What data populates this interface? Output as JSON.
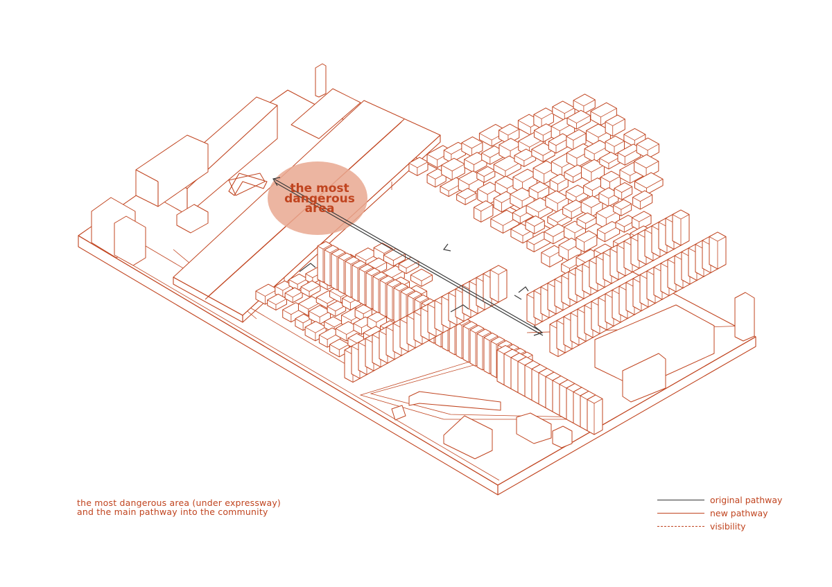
{
  "diagram": {
    "callout": {
      "line1": "the most",
      "line2": "dangerous",
      "line3": "area",
      "fill": "#e9a890"
    },
    "caption": {
      "line1": "the most dangerous area (under expressway)",
      "line2": "and the main pathway into the community"
    },
    "legend": [
      {
        "label": "original pathway",
        "style": "solid",
        "color": "#333333"
      },
      {
        "label": "new pathway",
        "style": "solid",
        "color": "#c0441f"
      },
      {
        "label": "visibility",
        "style": "dashed",
        "color": "#c0441f"
      }
    ],
    "colors": {
      "linework": "#c0441f",
      "original_pathway": "#333333",
      "highlight": "#e9a890"
    }
  }
}
